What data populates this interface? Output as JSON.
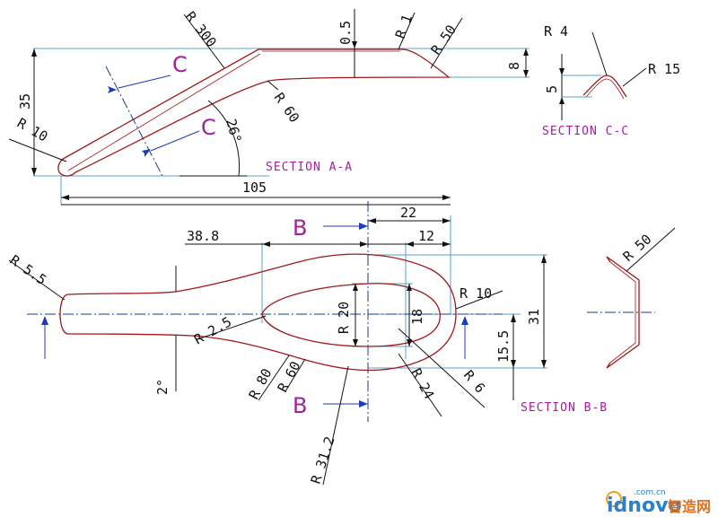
{
  "drawing": {
    "section_aa": {
      "title": "SECTION A-A",
      "dims": {
        "r300": "R 300",
        "d05": "0.5",
        "r1": "R 1",
        "r50": "R 50",
        "h8": "8",
        "h35": "35",
        "r10": "R 10",
        "r60": "R 60",
        "ang26": "26°",
        "len105": "105"
      },
      "cut_letter_1": "C",
      "cut_letter_2": "C"
    },
    "section_cc": {
      "title": "SECTION C-C",
      "dims": {
        "r4": "R 4",
        "r15": "R 15",
        "h5": "5"
      }
    },
    "plan_view": {
      "cut_letter_top": "B",
      "cut_letter_bottom": "B",
      "dims": {
        "d22": "22",
        "d388": "38.8",
        "d12": "12",
        "r55": "R 5.5",
        "r10": "R 10",
        "r20": "R 20",
        "d18": "18",
        "d155": "15.5",
        "d31": "31",
        "r25": "R 2.5",
        "ang2": "2°",
        "r80": "R 80",
        "r60": "R 60",
        "r24": "R 24",
        "r6": "R 6",
        "r312": "R 31.2"
      }
    },
    "section_bb": {
      "title": "SECTION B-B",
      "dims": {
        "r50": "R 50"
      }
    }
  },
  "watermark": {
    "brand": "idnovo",
    "suffix": "智造网",
    "domain": ".com.cn"
  },
  "colors": {
    "outline": "#a01818",
    "extension": "#5aa0c8",
    "label": "#a020a0",
    "arrow": "#1a3cbf"
  }
}
